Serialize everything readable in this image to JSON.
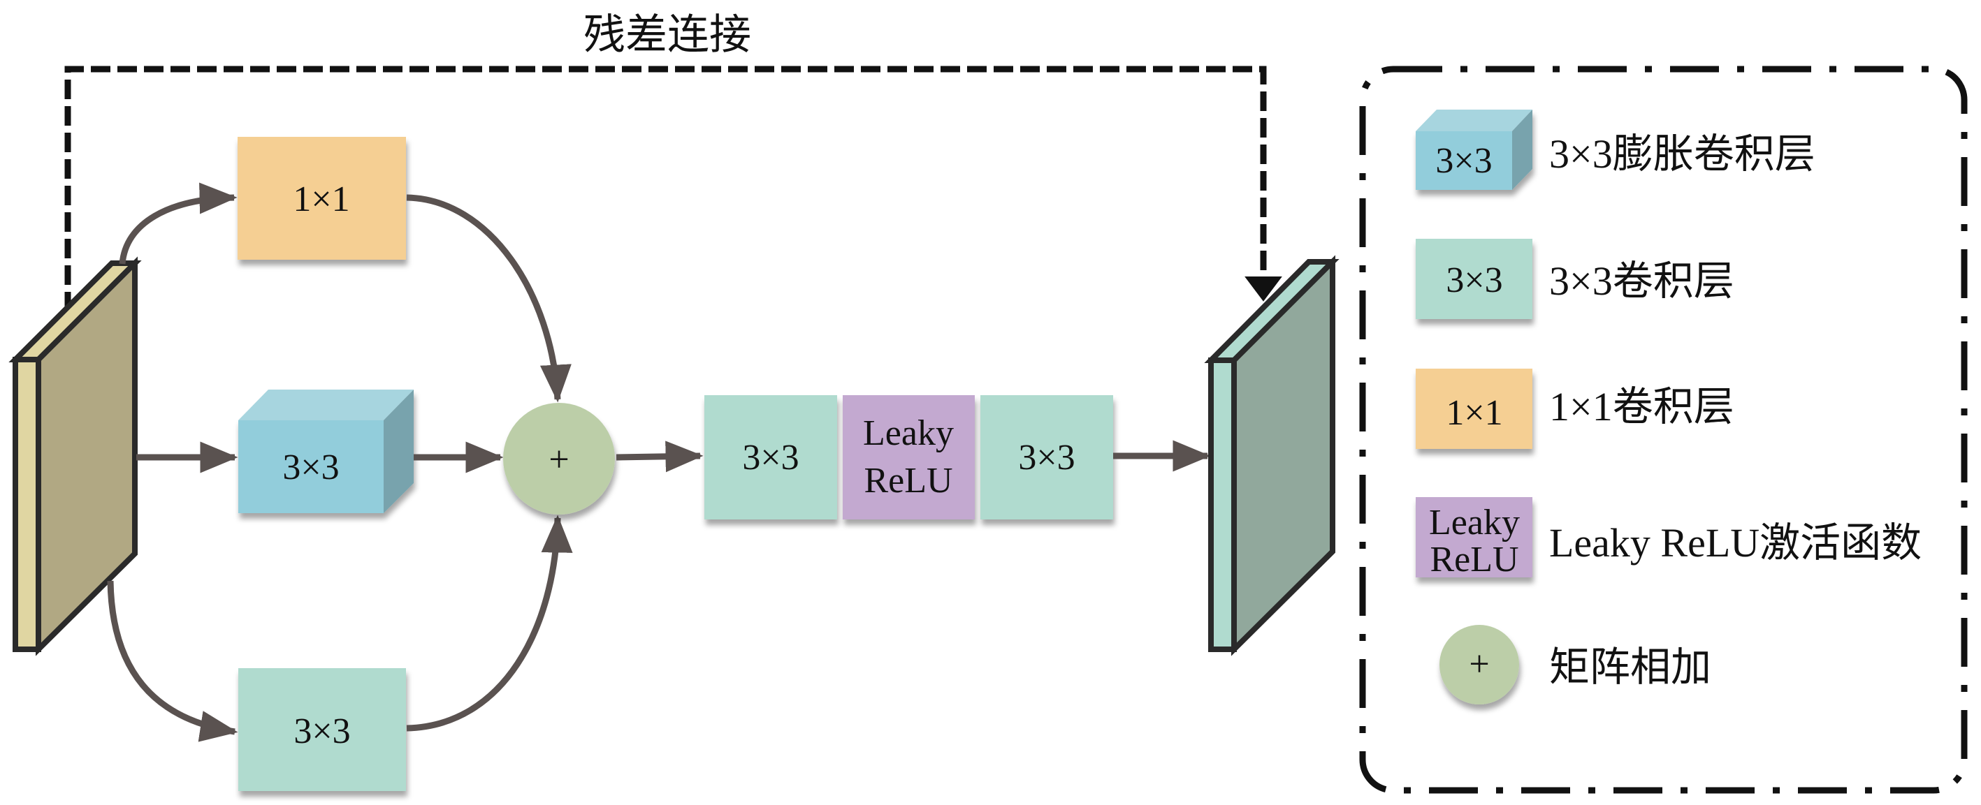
{
  "diagram": {
    "title": "残差连接",
    "colors": {
      "arrow": "#5a5250",
      "outline": "#2a2a2a",
      "conv1x1": "#f5cf93",
      "conv3x3": "#b0dbcf",
      "dilated_front": "#92cddb",
      "dilated_top": "#a7d5df",
      "dilated_side": "#78a3ad",
      "leaky": "#c3a9d0",
      "add": "#bccea8",
      "input_front": "#e0d6a2",
      "input_side": "#b1a883",
      "output_front": "#b0dbcf",
      "output_side": "#91a89c"
    },
    "branches": {
      "top": {
        "label": "1×1",
        "type": "conv1x1"
      },
      "middle": {
        "label": "3×3",
        "type": "dilated"
      },
      "bottom": {
        "label": "3×3",
        "type": "conv3x3"
      }
    },
    "add_symbol": "+",
    "chain": [
      {
        "label": "3×3",
        "type": "conv3x3"
      },
      {
        "label_line1": "Leaky",
        "label_line2": "ReLU",
        "type": "leaky"
      },
      {
        "label": "3×3",
        "type": "conv3x3"
      }
    ]
  },
  "legend": {
    "items": [
      {
        "icon_label": "3×3",
        "text": "3×3膨胀卷积层",
        "type": "dilated"
      },
      {
        "icon_label": "3×3",
        "text": "3×3卷积层",
        "type": "conv3x3"
      },
      {
        "icon_label": "1×1",
        "text": "1×1卷积层",
        "type": "conv1x1"
      },
      {
        "icon_label_line1": "Leaky",
        "icon_label_line2": "ReLU",
        "text": "Leaky ReLU激活函数",
        "type": "leaky"
      },
      {
        "icon_label": "+",
        "text": "矩阵相加",
        "type": "add"
      }
    ]
  }
}
